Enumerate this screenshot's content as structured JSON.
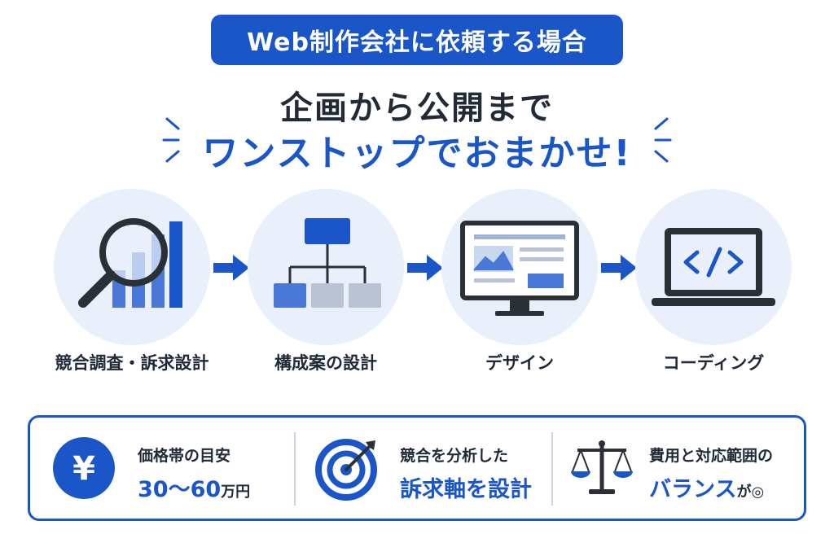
{
  "header": {
    "badge": "Web制作会社に依頼する場合",
    "headline_line1": "企画から公開まで",
    "headline_line2": "ワンストップでおまかせ!"
  },
  "steps": [
    {
      "label": "競合調査・訴求設計",
      "icon": "magnifier-chart-icon"
    },
    {
      "label": "構成案の設計",
      "icon": "sitemap-icon"
    },
    {
      "label": "デザイン",
      "icon": "monitor-design-icon"
    },
    {
      "label": "コーディング",
      "icon": "laptop-code-icon"
    }
  ],
  "features": [
    {
      "line1": "価格帯の目安",
      "line2_main": "30〜60",
      "line2_suffix": "万円",
      "icon": "yen-icon"
    },
    {
      "line1": "競合を分析した",
      "line2_main": "訴求軸を設計",
      "line2_suffix": "",
      "icon": "target-icon"
    },
    {
      "line1": "費用と対応範囲の",
      "line2_main": "バランス",
      "line2_suffix": "が◎",
      "icon": "balance-scale-icon"
    }
  ],
  "colors": {
    "accent": "#1a56c8",
    "circle_bg": "#eaf0fb",
    "text": "#1f2937"
  }
}
